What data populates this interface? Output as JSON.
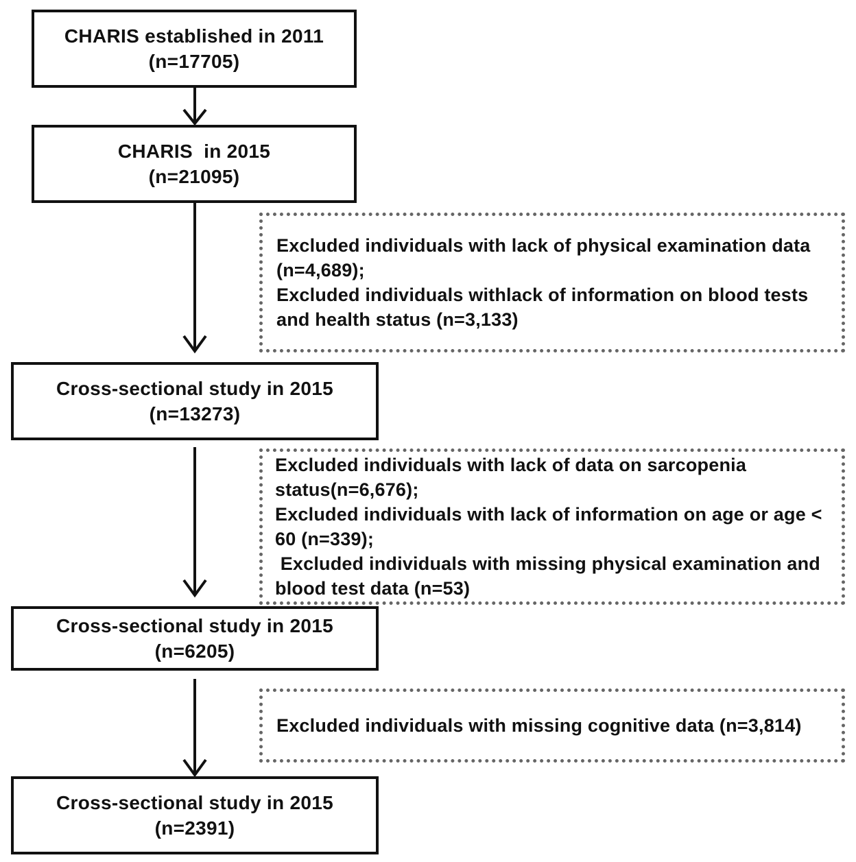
{
  "boxes": [
    {
      "title": "CHARIS established in 2011",
      "n": "(n=17705)"
    },
    {
      "title": "CHARIS  in 2015",
      "n": "(n=21095)"
    },
    {
      "title": "Cross-sectional study in 2015",
      "n": "(n=13273)"
    },
    {
      "title": "Cross-sectional study in 2015",
      "n": "(n=6205)"
    },
    {
      "title": "Cross-sectional study in 2015",
      "n": "(n=2391)"
    }
  ],
  "exclusions": [
    {
      "lines": [
        "Excluded individuals with lack of physical examination data (n=4,689);",
        "Excluded individuals withlack of information on blood tests and health status (n=3,133)"
      ]
    },
    {
      "lines": [
        "Excluded individuals with lack of data on sarcopenia status(n=6,676);",
        "Excluded individuals with lack of information on age or age < 60 (n=339);",
        " Excluded individuals with missing physical examination and blood test data (n=53)"
      ]
    },
    {
      "lines": [
        "Excluded individuals with missing cognitive data (n=3,814)"
      ]
    }
  ]
}
